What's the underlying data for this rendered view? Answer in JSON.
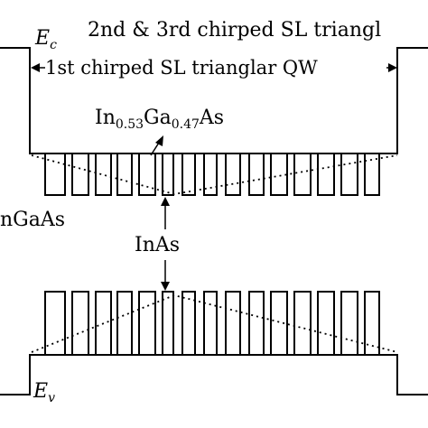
{
  "labels": {
    "ec_main": "E",
    "ec_sub": "c",
    "ev_main": "E",
    "ev_sub": "v",
    "title_top": "2nd & 3rd chirped SL triangl",
    "title_qw": "1st chirped SL trianglar QW",
    "ingaas_main1": "In",
    "ingaas_sub1": "0.53",
    "ingaas_main2": "Ga",
    "ingaas_sub2": "0.47",
    "ingaas_main3": "As",
    "left_material": "nGaAs",
    "inas": "InAs"
  },
  "colors": {
    "line": "#000000",
    "background": "#ffffff"
  }
}
